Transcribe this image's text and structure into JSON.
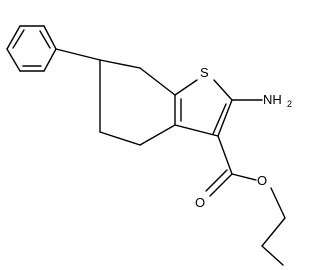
{
  "structure": {
    "atoms": {
      "sulfur": "S",
      "amine_main": "NH",
      "amine_sub": "2",
      "carbonyl_oxygen": "O",
      "ester_oxygen": "O"
    },
    "colors": {
      "bond": "#000000",
      "label": "#000000",
      "background": "#ffffff"
    }
  }
}
